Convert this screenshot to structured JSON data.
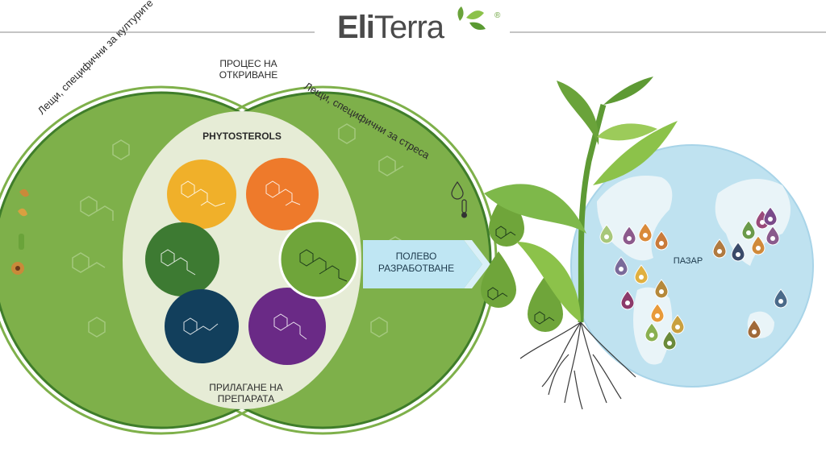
{
  "brand": {
    "name_part1": "Eli",
    "name_part2": "Terra",
    "registered_mark": "®"
  },
  "labels": {
    "discovery": "ПРОЦЕС НА ОТКРИВАНЕ",
    "crop_specific": "Лещи, специфични за културите",
    "stress_specific": "Лещи, специфични за стреса",
    "phytosterols": "PHYTOSTEROLS",
    "application": "ПРИЛАГАНЕ НА ПРЕПАРАТА",
    "field_development": "ПОЛЕВО РАЗРАБОТВАНЕ",
    "market": "ПАЗАР"
  },
  "colors": {
    "brand_green": "#6aa33a",
    "dark_green": "#3f7d2a",
    "outer_green": "#7eb04a",
    "inner_fill": "#e6ecd6",
    "circle_yellow": "#f0b02a",
    "circle_orange": "#ee7a2b",
    "circle_green": "#3d7a32",
    "circle_navy": "#123f5c",
    "circle_purple": "#6a2a86",
    "circle_center": "#6fa53a",
    "globe_ocean": "#bfe2f0",
    "arrow_fill": "#bfe6f3"
  },
  "icons": {
    "left_stack": [
      "wheat-icon",
      "wheat-icon",
      "corn-icon",
      "sunflower-icon"
    ],
    "right_stack": [
      "drop-icon",
      "thermometer-icon"
    ]
  },
  "market_pins": [
    {
      "color": "#a8c77a"
    },
    {
      "color": "#8c5a8c"
    },
    {
      "color": "#d98a3a"
    },
    {
      "color": "#c97a3a"
    },
    {
      "color": "#7a6a9a"
    },
    {
      "color": "#e0b040"
    },
    {
      "color": "#b5883a"
    },
    {
      "color": "#8c3a6a"
    },
    {
      "color": "#e89a3a"
    },
    {
      "color": "#c9a040"
    },
    {
      "color": "#8ab050"
    },
    {
      "color": "#6a8a3a"
    },
    {
      "color": "#b07a40"
    },
    {
      "color": "#3a4a6a"
    },
    {
      "color": "#d08a3a"
    },
    {
      "color": "#8a5a8c"
    },
    {
      "color": "#9a4a7a"
    },
    {
      "color": "#6a9a4a"
    },
    {
      "color": "#4a6a8a"
    },
    {
      "color": "#a06a3a"
    },
    {
      "color": "#7a4a8a"
    }
  ]
}
